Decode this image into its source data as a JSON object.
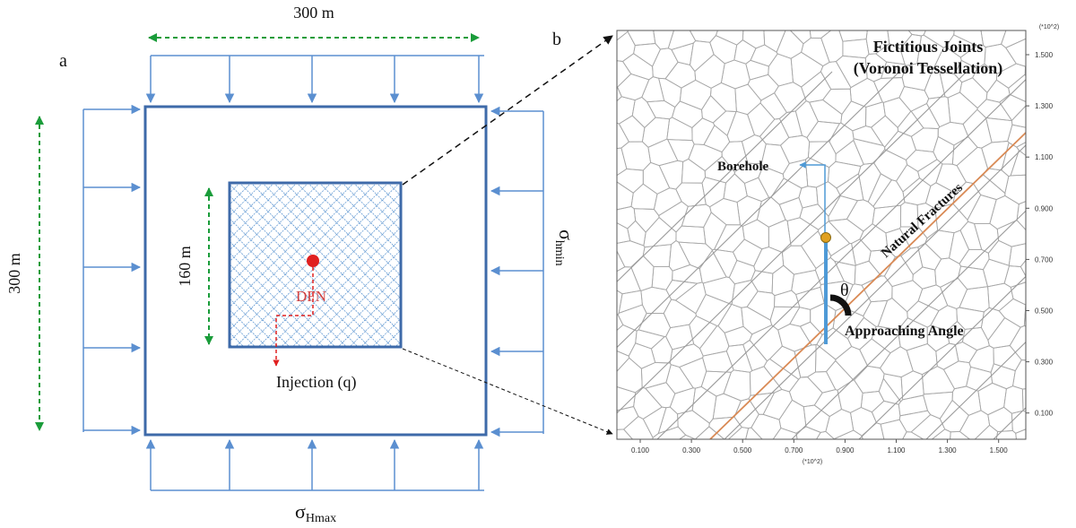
{
  "colors": {
    "frame": "#3e6aa9",
    "load_arrow": "#5b8fd0",
    "dim_arrow": "#1a9c3a",
    "dfn_fill": "#2f78c4",
    "injection": "#e02020",
    "voronoi": "#a8a8a8",
    "fracture": "#d98a55",
    "borehole": "#4f9ad6",
    "label_red": "#d04040"
  },
  "panel_a": {
    "label": "a",
    "width_dim": "300 m",
    "height_dim": "300 m",
    "dfn_dim": "160 m",
    "dfn_label": "DFN",
    "injection_label": "Injection (q)",
    "sigma_hmin": {
      "symbol": "σ",
      "subscript": "hmin"
    },
    "sigma_hmax": {
      "symbol": "σ",
      "subscript": "Hmax"
    }
  },
  "panel_b": {
    "label": "b",
    "title_line1": "Fictitious Joints",
    "title_line2": "(Voronoi Tessellation)",
    "borehole_label": "Borehole",
    "fracture_label": "Natural Fractures",
    "angle_symbol": "θ",
    "angle_label": "Approaching Angle",
    "y_scale": "(*10^2)",
    "x_scale": "(*10^2)",
    "y_ticks": [
      "1.500",
      "1.300",
      "1.100",
      "0.900",
      "0.700",
      "0.500",
      "0.300",
      "0.100"
    ],
    "x_ticks": [
      "0.100",
      "0.300",
      "0.500",
      "0.700",
      "0.900",
      "1.100",
      "1.300",
      "1.500"
    ]
  }
}
